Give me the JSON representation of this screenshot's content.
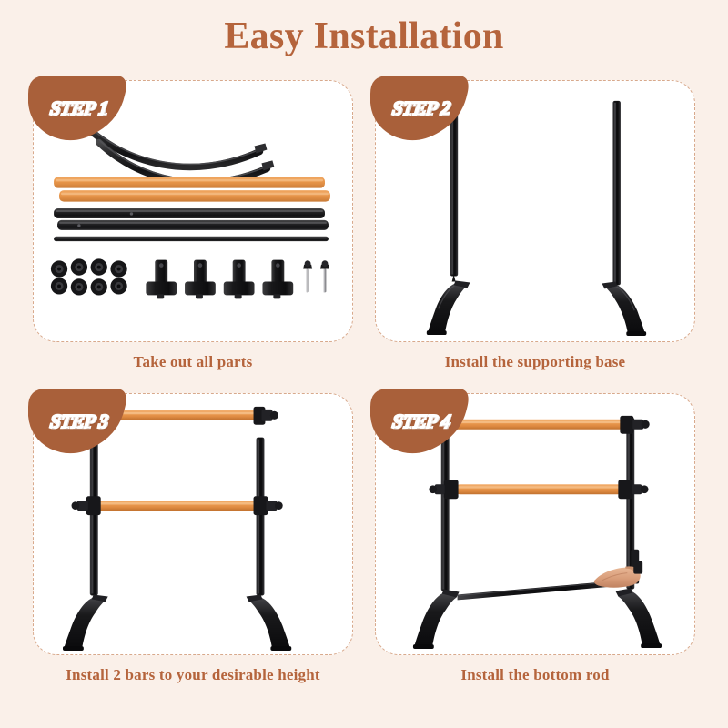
{
  "page": {
    "title": "Easy Installation",
    "background_color": "#FAF0E9",
    "accent_color": "#B5643C",
    "badge_color": "#A9603A",
    "panel_border_color": "#D8A98C",
    "panel_background": "#FFFFFF",
    "bar_color": "#E8954A",
    "metal_color": "#1E1E1E",
    "skin_color": "#D8A080"
  },
  "steps": [
    {
      "badge": "STEP 1",
      "caption": "Take out all parts",
      "illustration": "exploded-parts-layout",
      "parts": [
        {
          "name": "curved-base-foot",
          "qty": 2,
          "color": "#1E1E1E"
        },
        {
          "name": "wood-barre-bar",
          "qty": 2,
          "color": "#E8954A"
        },
        {
          "name": "black-upright-post",
          "qty": 2,
          "color": "#1E1E1E"
        },
        {
          "name": "bottom-rod",
          "qty": 1,
          "color": "#1E1E1E"
        },
        {
          "name": "washer-cap",
          "qty": 8,
          "color": "#1E1E1E"
        },
        {
          "name": "clamp-bracket",
          "qty": 4,
          "color": "#1E1E1E"
        },
        {
          "name": "screw-bolt",
          "qty": 2,
          "color": "#1E1E1E"
        }
      ]
    },
    {
      "badge": "STEP 2",
      "caption": "Install the supporting base",
      "illustration": "two-upright-posts-with-feet",
      "parts": [
        {
          "name": "left-upright-post-with-foot",
          "qty": 1,
          "color": "#1E1E1E"
        },
        {
          "name": "right-upright-post-with-foot",
          "qty": 1,
          "color": "#1E1E1E"
        }
      ]
    },
    {
      "badge": "STEP 3",
      "caption": "Install 2 bars to your desirable height",
      "illustration": "frame-with-two-barre-bars",
      "parts": [
        {
          "name": "upper-barre-bar",
          "qty": 1,
          "color": "#E8954A"
        },
        {
          "name": "lower-barre-bar",
          "qty": 1,
          "color": "#E8954A"
        },
        {
          "name": "clamp-knob",
          "qty": 3,
          "color": "#1E1E1E"
        }
      ]
    },
    {
      "badge": "STEP 4",
      "caption": "Install the bottom rod",
      "illustration": "complete-barre-with-hand-inserting-bottom-rod",
      "parts": [
        {
          "name": "upper-barre-bar",
          "qty": 1,
          "color": "#E8954A"
        },
        {
          "name": "lower-barre-bar",
          "qty": 1,
          "color": "#E8954A"
        },
        {
          "name": "bottom-rod",
          "qty": 1,
          "color": "#1E1E1E"
        },
        {
          "name": "hand",
          "qty": 1,
          "color": "#D8A080"
        }
      ]
    }
  ]
}
